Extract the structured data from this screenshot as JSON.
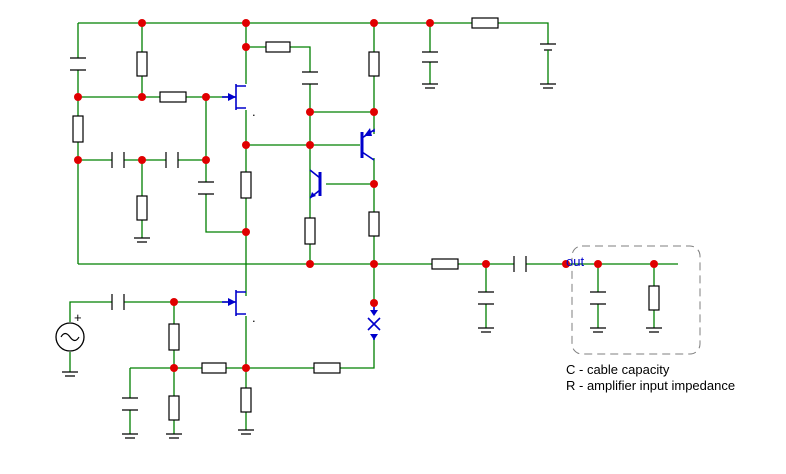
{
  "diagram": {
    "output_label": "out",
    "legend": [
      "C - cable capacity",
      "R - amplifier input impedance"
    ],
    "source_sign": "+",
    "colors": {
      "wire": "#008000",
      "junction": "#e00000",
      "transistor": "#0000cc",
      "component": "#000000",
      "box": "#7f7f7f"
    }
  }
}
